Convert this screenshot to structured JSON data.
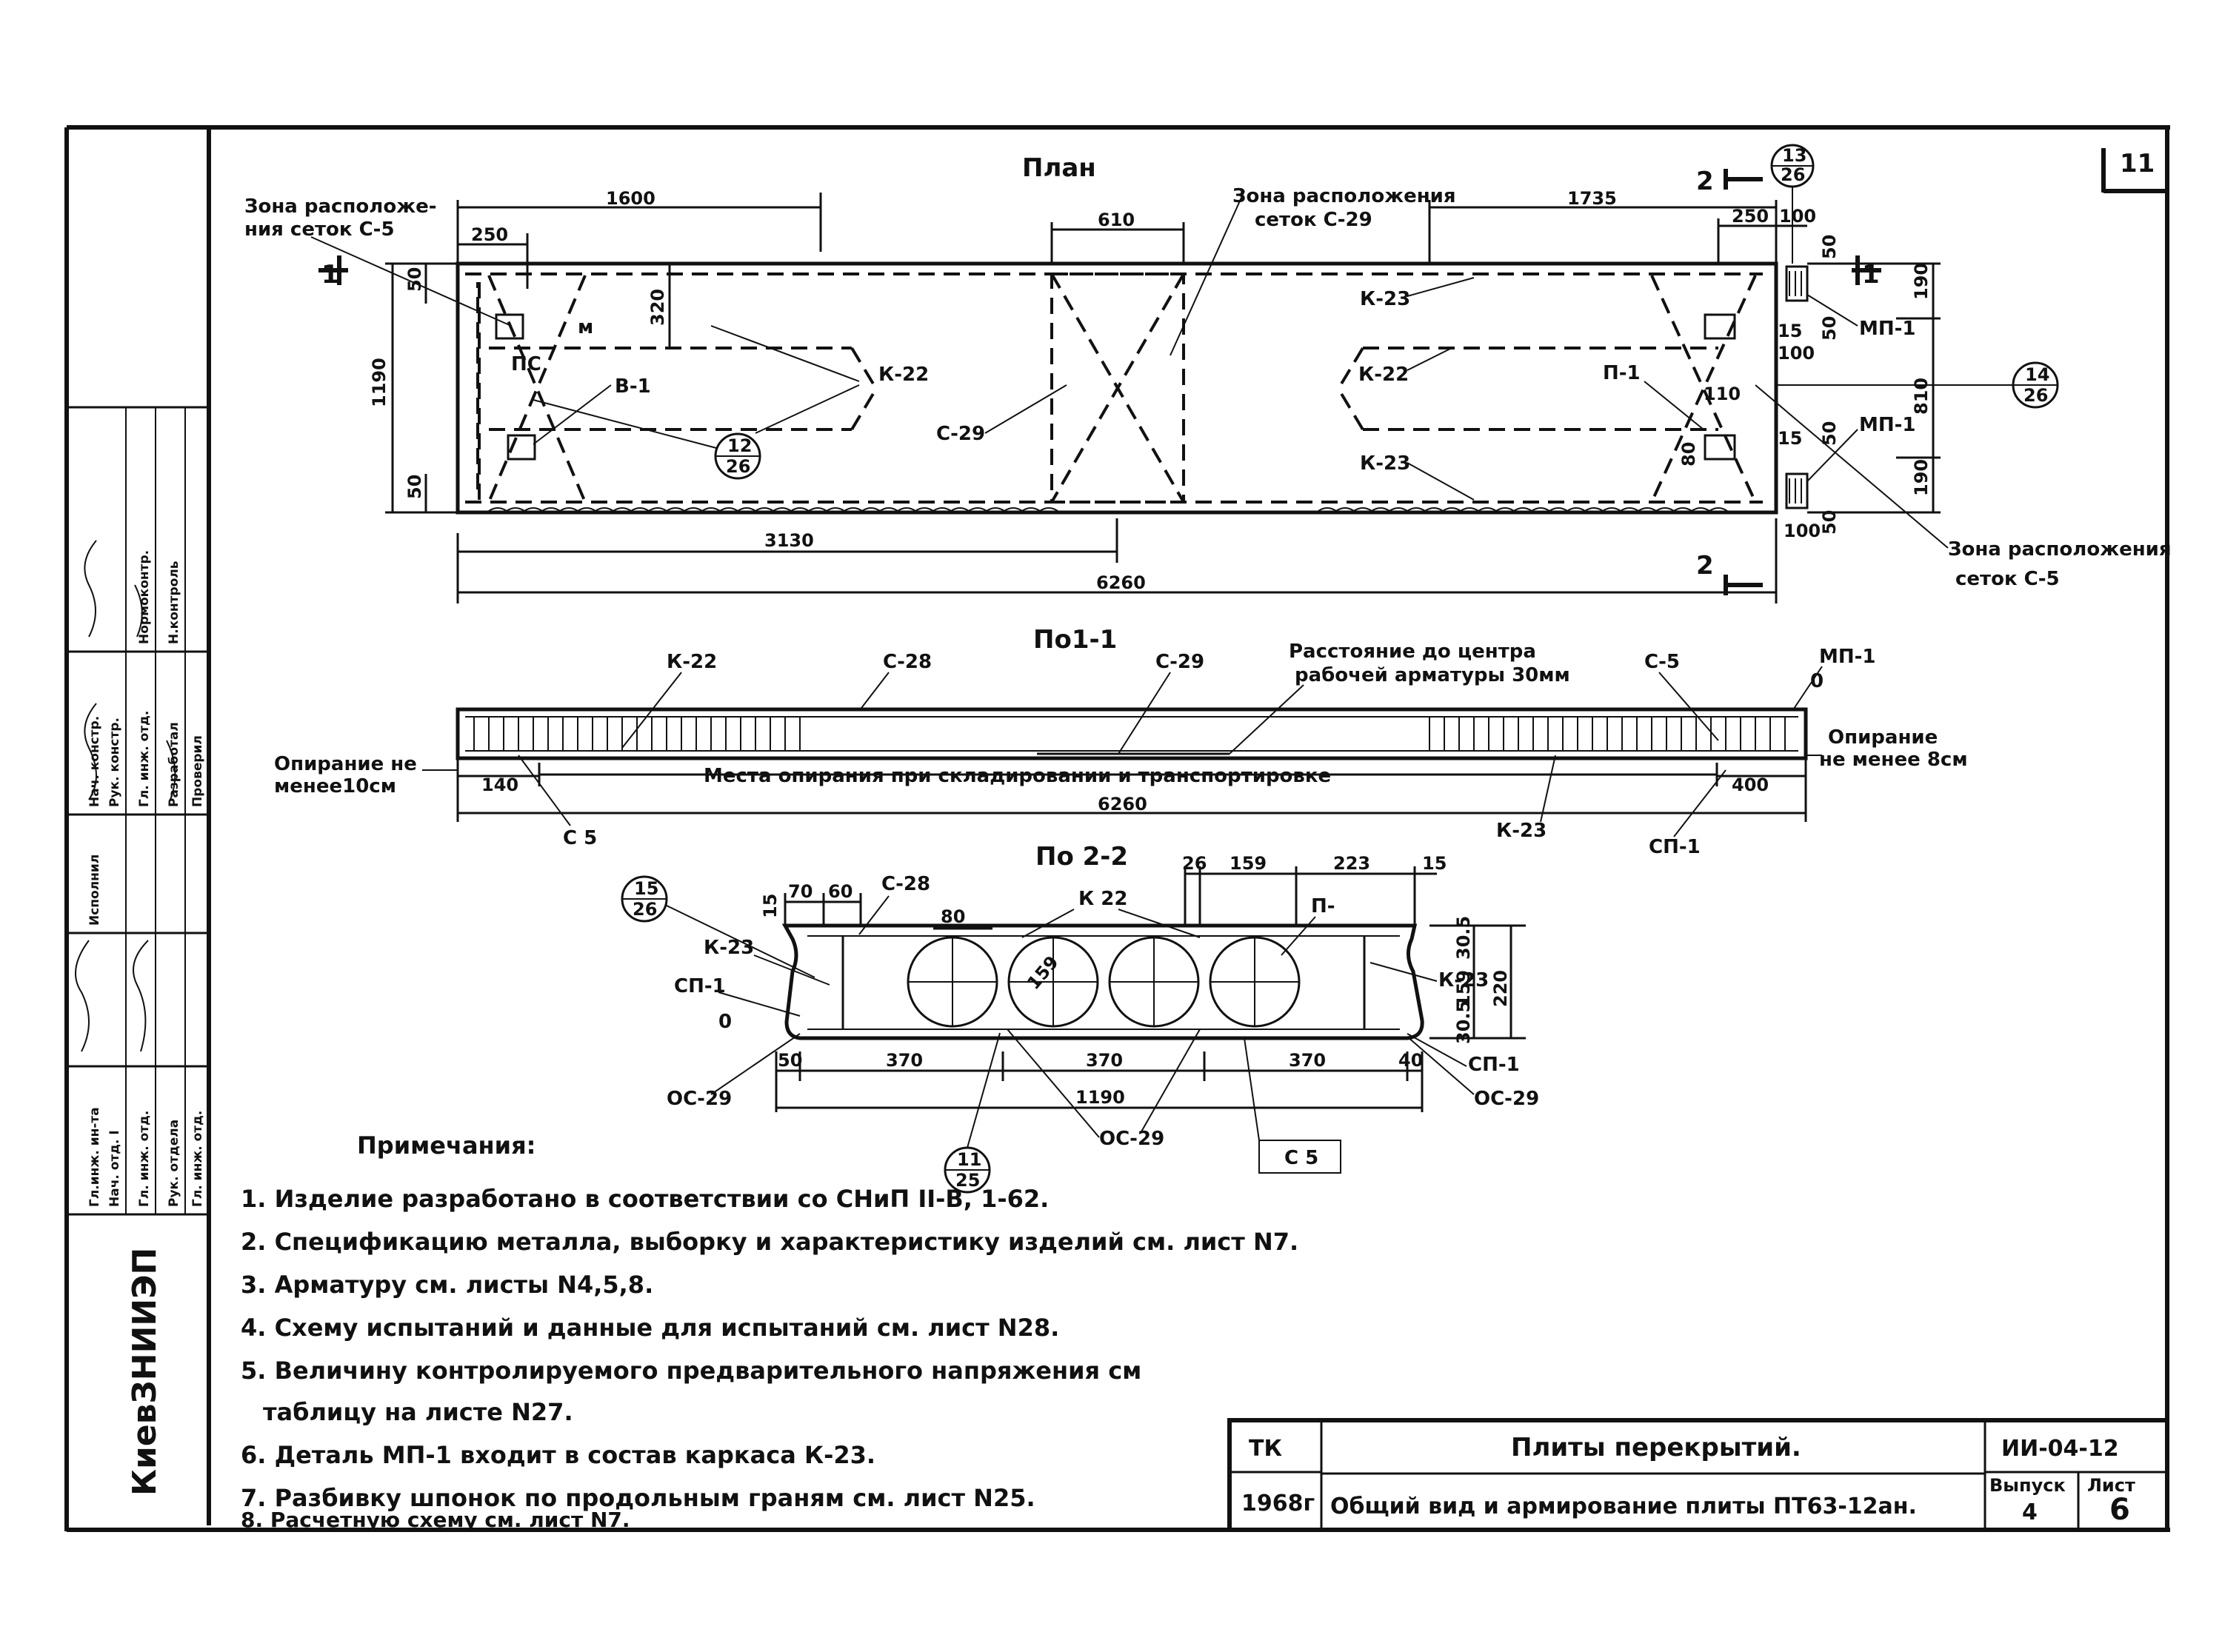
{
  "sheet": {
    "corner_no": "11",
    "plan_title": "План",
    "section1_title": "По1-1",
    "section2_title": "По 2-2"
  },
  "plan": {
    "zone_left": [
      "Зона расположе-",
      "ния сеток С-5"
    ],
    "zone_mid": [
      "Зона расположения",
      "сеток С-29"
    ],
    "zone_right": [
      "Зона расположения",
      "сеток С-5"
    ],
    "dims": {
      "d1600": "1600",
      "d250a": "250",
      "d610": "610",
      "d1735": "1735",
      "d250b": "250",
      "d100": "100",
      "d50a": "50",
      "d320": "320",
      "d1190": "1190",
      "d50b": "50",
      "d3130": "3130",
      "d6260": "6260",
      "d190a": "190",
      "d810": "810",
      "d190b": "190",
      "d15a": "15",
      "d100b": "100",
      "d15b": "15",
      "d50c": "50",
      "d110": "110",
      "d100c": "100",
      "d50d": "50",
      "d80": "80",
      "d50e": "50",
      "d50f": "50"
    },
    "labels": {
      "k22a": "К-22",
      "k22b": "К-22",
      "k23a": "К-23",
      "k23b": "К-23",
      "c29": "С-29",
      "b1": "В-1",
      "pc": "ПС",
      "p1": "П-1",
      "mp1a": "МП-1",
      "mp1b": "МП-1",
      "sec1": "1",
      "sec1r": "1",
      "sec2t": "2",
      "sec2b": "2",
      "w": "м"
    },
    "callouts": {
      "a_top": "13",
      "a_bot": "26",
      "b_top": "14",
      "b_bot": "26",
      "c_top": "12",
      "c_bot": "26"
    }
  },
  "section1": {
    "labels": {
      "k22": "К-22",
      "c28": "С-28",
      "c29": "С-29",
      "c5a": "С-5",
      "mp1": "МП-1",
      "c5b": "С 5",
      "k23": "К-23",
      "cp1": "СП-1",
      "zero": "0"
    },
    "note_center": [
      "Расстояние до центра",
      "рабочей арматуры 30мм"
    ],
    "support_left": [
      "Опирание не",
      "менее10см"
    ],
    "support_right": [
      "Опирание",
      "не менее 8см"
    ],
    "lifting": "Места опирания при складировании и транспортировке",
    "dims": {
      "d140": "140",
      "d400": "400",
      "d6260": "6260"
    }
  },
  "section2": {
    "labels": {
      "c28": "С-28",
      "k22": "К 22",
      "k23a": "К-23",
      "k23b": "К-23",
      "cp1a": "СП-1",
      "cp1b": "СП-1",
      "p": "П-",
      "oc29a": "ОС-29",
      "oc29b": "ОС-29",
      "oc29c": "ОС-29",
      "c5": "С 5",
      "zero": "0"
    },
    "dims": {
      "d70": "70",
      "d60": "60",
      "d15a": "15",
      "d80": "80",
      "d26": "26",
      "d159a": "159",
      "d223": "223",
      "d15b": "15",
      "d30_5a": "30.5",
      "d220": "220",
      "d30_5b": "30.5",
      "d159b": "159",
      "d159c": "159",
      "d50": "50",
      "d370a": "370",
      "d370b": "370",
      "d370c": "370",
      "d40": "40",
      "d1190": "1190"
    },
    "callouts": {
      "a_top": "15",
      "a_bot": "26",
      "b_top": "11",
      "b_bot": "25"
    }
  },
  "notes": {
    "heading": "Примечания:",
    "items": [
      "1. Изделие разработано в соответствии со СНиП II-В, 1-62.",
      "2. Спецификацию металла, выборку и характеристику изделий см. лист N7.",
      "3. Арматуру см. листы N4,5,8.",
      "4. Схему испытаний и данные для испытаний см. лист N28.",
      "5. Величину контролируемого предварительного напряжения см",
      "таблицу на листе N27.",
      "6. Деталь МП-1 входит в состав каркаса К-23.",
      "7. Разбивку шпонок по продольным граням см. лист N25.",
      "8. Расчетную схему см. лист N7."
    ]
  },
  "title_block": {
    "org_code": "ТК",
    "year": "1968г",
    "title": "Плиты перекрытий.",
    "subtitle": "Общий вид и армирование плиты ПТ63-12ан.",
    "doc_code": "ИИ-04-12",
    "issue_label": "Выпуск",
    "issue_value": "4",
    "sheet_label": "Лист",
    "sheet_value": "6"
  },
  "side_stamp": {
    "org": "КиевЗНИИЭП",
    "rows": [
      "Гл.инж. ин-та",
      "Нач. отд. I",
      "Гл. инж. отд.",
      "Рук. отдела",
      "Гл. инж. отд.",
      "Исполнил",
      "Нач. констр.",
      "Рук. констр.",
      "Гл. инж. отд.",
      "Разработал",
      "Проверил",
      "Нормоконтр.",
      "Н.контроль"
    ]
  }
}
